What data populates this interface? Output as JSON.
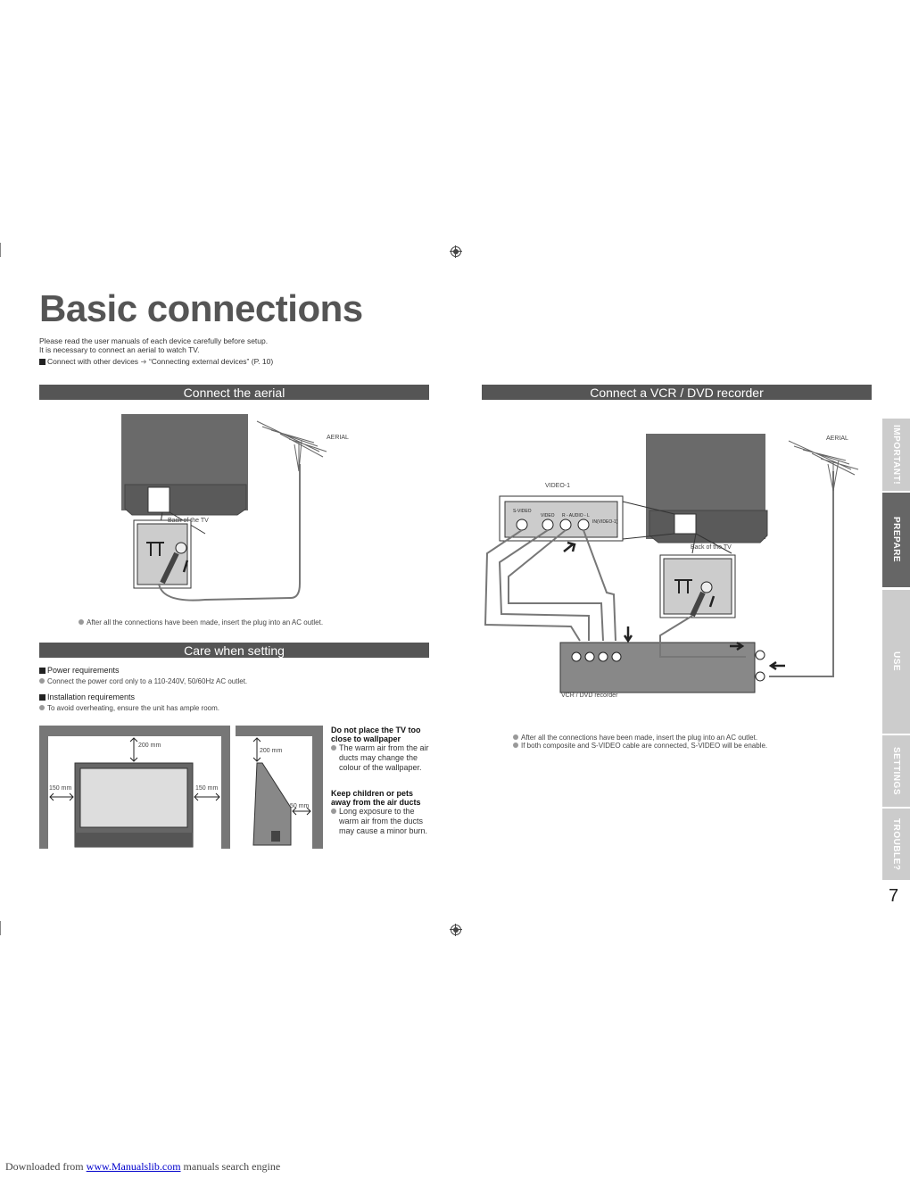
{
  "page": {
    "title": "Basic connections",
    "intro_line1": "Please read the user manuals of each device carefully before setup.",
    "intro_line2": "It is necessary to connect an aerial to watch TV.",
    "ref_link": "Connect with other devices",
    "ref_target": "“Connecting external devices” (P. 10)",
    "page_number": "7"
  },
  "aerial_section": {
    "header": "Connect the aerial",
    "aerial_label": "AERIAL",
    "back_label": "Back of the TV",
    "note": "After all the connections have been made, insert the plug into an AC outlet."
  },
  "vcr_section": {
    "header": "Connect a VCR / DVD recorder",
    "aerial_label": "AERIAL",
    "video1_label": "VIDEO-1",
    "back_label": "Back of the TV",
    "panel_svideo": "S-VIDEO",
    "panel_video": "VIDEO",
    "panel_audio": "R - AUDIO - L",
    "panel_in": "IN(VIDEO-1)",
    "recorder_label": "VCR / DVD recorder",
    "note1": "After all the connections have been made, insert the plug into an AC outlet.",
    "note2": "If both composite and S-VIDEO cable are connected, S-VIDEO will be enable."
  },
  "care_section": {
    "header": "Care when setting",
    "power_heading": "Power requirements",
    "power_note": "Connect the power cord only to a 110-240V, 50/60Hz AC outlet.",
    "install_heading": "Installation requirements",
    "install_note": "To avoid overheating, ensure the unit has ample room.",
    "dim_top": "200 mm",
    "dim_left": "150 mm",
    "dim_right": "150 mm",
    "dim_side_top": "200 mm",
    "dim_side_back": "50 mm",
    "warn1_title": "Do not place the TV too close to wallpaper",
    "warn1_body": "The warm air from the air ducts may change the colour of the wallpaper.",
    "warn2_title": "Keep children or pets away from the air ducts",
    "warn2_body": "Long exposure to the warm air from the ducts may cause a minor burn."
  },
  "side_tabs": [
    "IMPORTANT!",
    "PREPARE",
    "USE",
    "SETTINGS",
    "TROUBLE?"
  ],
  "footer": {
    "prefix": "Downloaded from ",
    "link": "www.Manualslib.com",
    "suffix": " manuals search engine"
  }
}
